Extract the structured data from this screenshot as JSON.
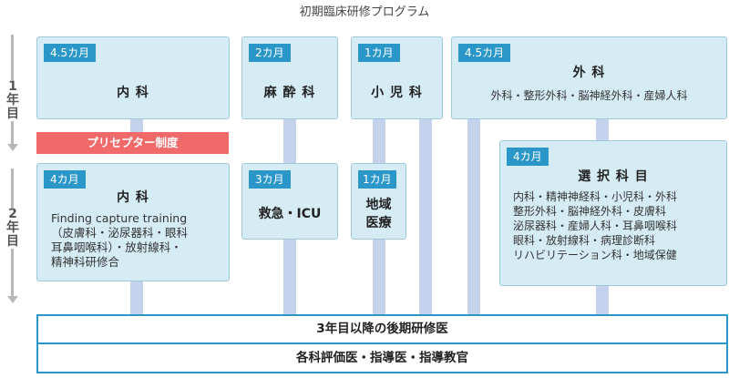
{
  "title": "初期臨床研修プログラム",
  "year1_label": "1\n年\n目",
  "year2_label": "2\n年\n目",
  "year1": {
    "internal": {
      "duration": "4.5カ月",
      "name": "内 科"
    },
    "anesthesia": {
      "duration": "2カ月",
      "name": "麻 酔 科"
    },
    "pediatrics": {
      "duration": "1カ月",
      "name": "小 児 科"
    },
    "surgery": {
      "duration": "4.5カ月",
      "name": "外 科",
      "sub": "外科・整形外科・脳神経外科・産婦人科"
    }
  },
  "preceptor": "プリセプター制度",
  "year2": {
    "internal": {
      "duration": "4カ月",
      "name": "内 科",
      "desc": "Finding capture training\n（皮膚科・泌尿器科・眼科\n耳鼻咽喉科）・放射線科・\n精神科研修合"
    },
    "emergency": {
      "duration": "3カ月",
      "name": "救急・ICU"
    },
    "community": {
      "duration": "1カ月",
      "name": "地域\n医療"
    },
    "elective": {
      "duration": "4カ月",
      "name": "選 択 科 目",
      "desc": "内科・精神神経科・小児科・外科\n整形外科・脳神経外科・皮膚科\n泌尿器科・産婦人科・耳鼻咽喉科\n眼科・放射線科・病理診断科\nリハビリテーション科・地域保健"
    }
  },
  "bottom1": "3年目以降の後期研修医",
  "bottom2": "各科評価医・指導医・指導教官",
  "colors": {
    "box": "#d6ecf5",
    "tag": "#2b97c9",
    "preceptor": "#f06a6a",
    "pillar": "#c4d2ee",
    "border": "#2b97c9"
  }
}
